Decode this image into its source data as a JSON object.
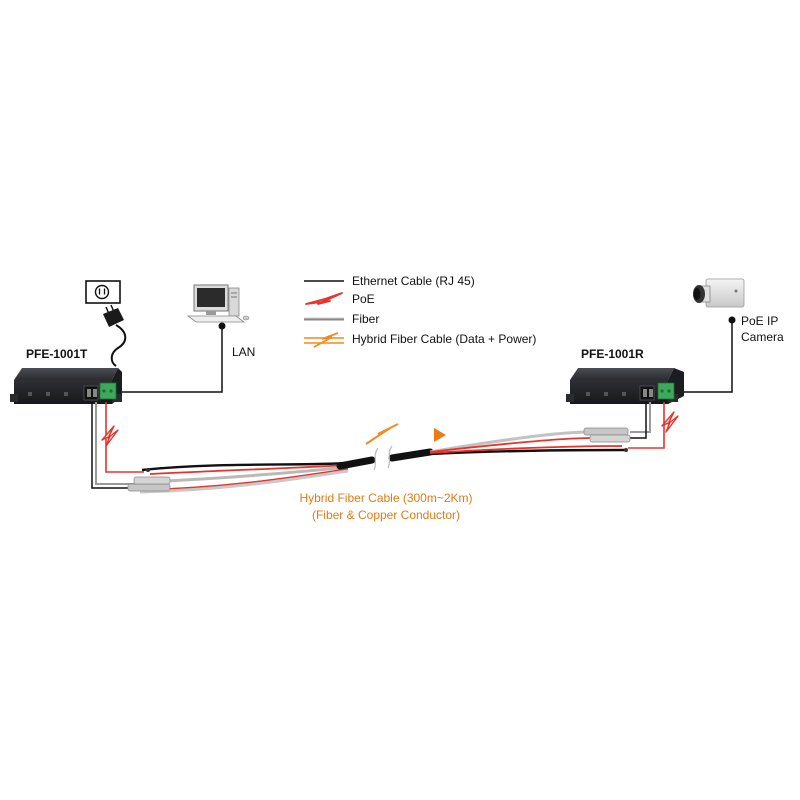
{
  "legend": {
    "ethernet": "Ethernet Cable (RJ 45)",
    "poe": "PoE",
    "fiber": "Fiber",
    "hybrid": "Hybrid Fiber Cable (Data + Power)"
  },
  "devices": {
    "transmitter": "PFE-1001T",
    "receiver": "PFE-1001R",
    "lan": "LAN",
    "camera_line1": "PoE IP",
    "camera_line2": "Camera"
  },
  "cable": {
    "line1": "Hybrid Fiber Cable (300m~2Km)",
    "line2": "(Fiber & Copper Conductor)"
  },
  "colors": {
    "ethernet": "#111111",
    "poe": "#e8332b",
    "fiber": "#8a8a8a",
    "hybrid": "#f28a1e",
    "caption": "#e07b14",
    "device_body": "#2b2d31",
    "terminal_block": "#3fa95b"
  }
}
